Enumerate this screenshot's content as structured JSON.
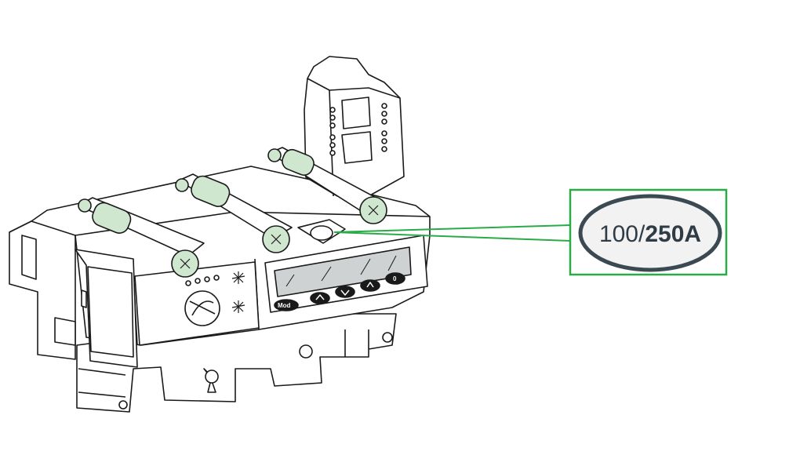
{
  "rating_label": {
    "prefix": "100/",
    "suffix": "250A"
  },
  "keypad": {
    "mode_button": "Mod",
    "reset_button": "0"
  },
  "colors": {
    "callout_green": "#2bab47",
    "oval_border": "#3b4953",
    "oval_fill": "#f2f2f2",
    "terminal_green": "#cfe6cf",
    "outline": "#1a1a1a",
    "display_glass": "#cfd2d2"
  }
}
